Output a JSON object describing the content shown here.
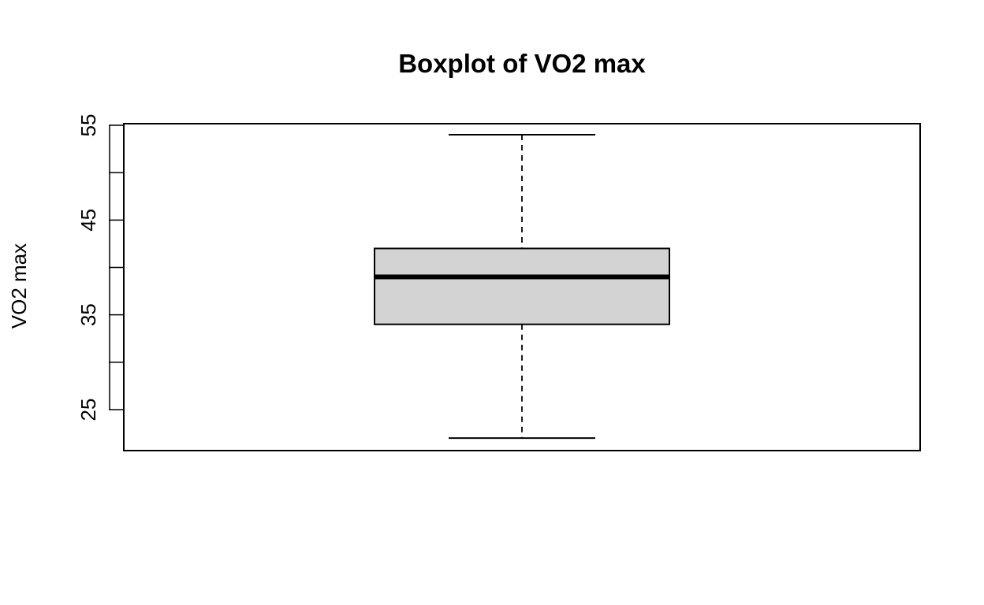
{
  "chart_data": {
    "type": "boxplot",
    "title": "Boxplot of VO2 max",
    "xlabel": "",
    "ylabel": "VO2 max",
    "ylim": [
      20.67,
      55.0
    ],
    "y_ticks": [
      25,
      35,
      45,
      55
    ],
    "y_minor_ticks": [
      30,
      40,
      50
    ],
    "y_tick_labels": [
      "25",
      "35",
      "45",
      "55"
    ],
    "series": [
      {
        "whisker_low": 22,
        "q1": 34,
        "median": 39,
        "q3": 42,
        "whisker_high": 54
      }
    ],
    "box_fill": "#d3d3d3",
    "line_color": "#000000"
  }
}
